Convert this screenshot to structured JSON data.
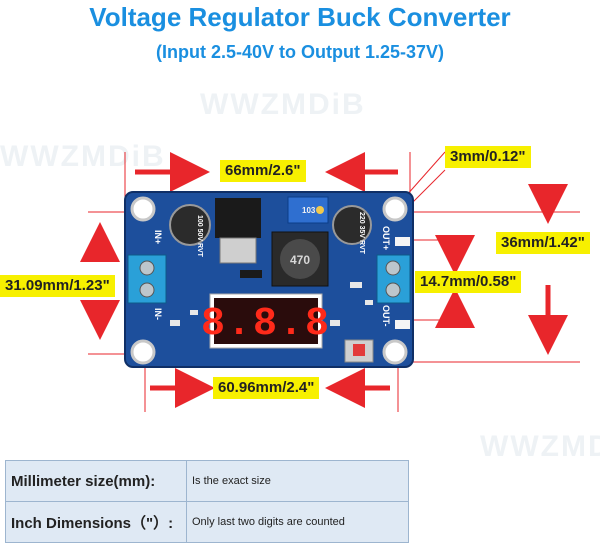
{
  "header": {
    "title": "Voltage Regulator Buck Converter",
    "subtitle": "(Input 2.5-40V to Output 1.25-37V)"
  },
  "dimensions": {
    "board_length": "66mm/2.6\"",
    "hole_diameter": "3mm/0.12\"",
    "board_width": "36mm/1.42\"",
    "left_hole_spacing": "31.09mm/1.23\"",
    "right_offset": "14.7mm/0.58\"",
    "hole_spacing": "60.96mm/2.4\""
  },
  "board": {
    "display_digits": "8.8.8",
    "inductor_label": "470",
    "cap1_label": "100 50V RVT",
    "cap2_label": "220 35V RVT",
    "pot_label": "103",
    "silkscreen_in_plus": "IN+",
    "silkscreen_in_minus": "IN-",
    "silkscreen_out_plus": "OUT+",
    "silkscreen_out_minus": "OUT-",
    "watermark": "WWZMDiB"
  },
  "colors": {
    "accent": "#1a8fe0",
    "label_bg": "#f7f000",
    "arrow": "#e8262b",
    "pcb": "#1d4f9c",
    "display": "#ff2a1a"
  },
  "table": {
    "rows": [
      {
        "key": "Millimeter size(mm):",
        "value": "Is the exact size"
      },
      {
        "key": "Inch Dimensions（\"）:",
        "value": "Only last two digits are counted"
      }
    ]
  }
}
